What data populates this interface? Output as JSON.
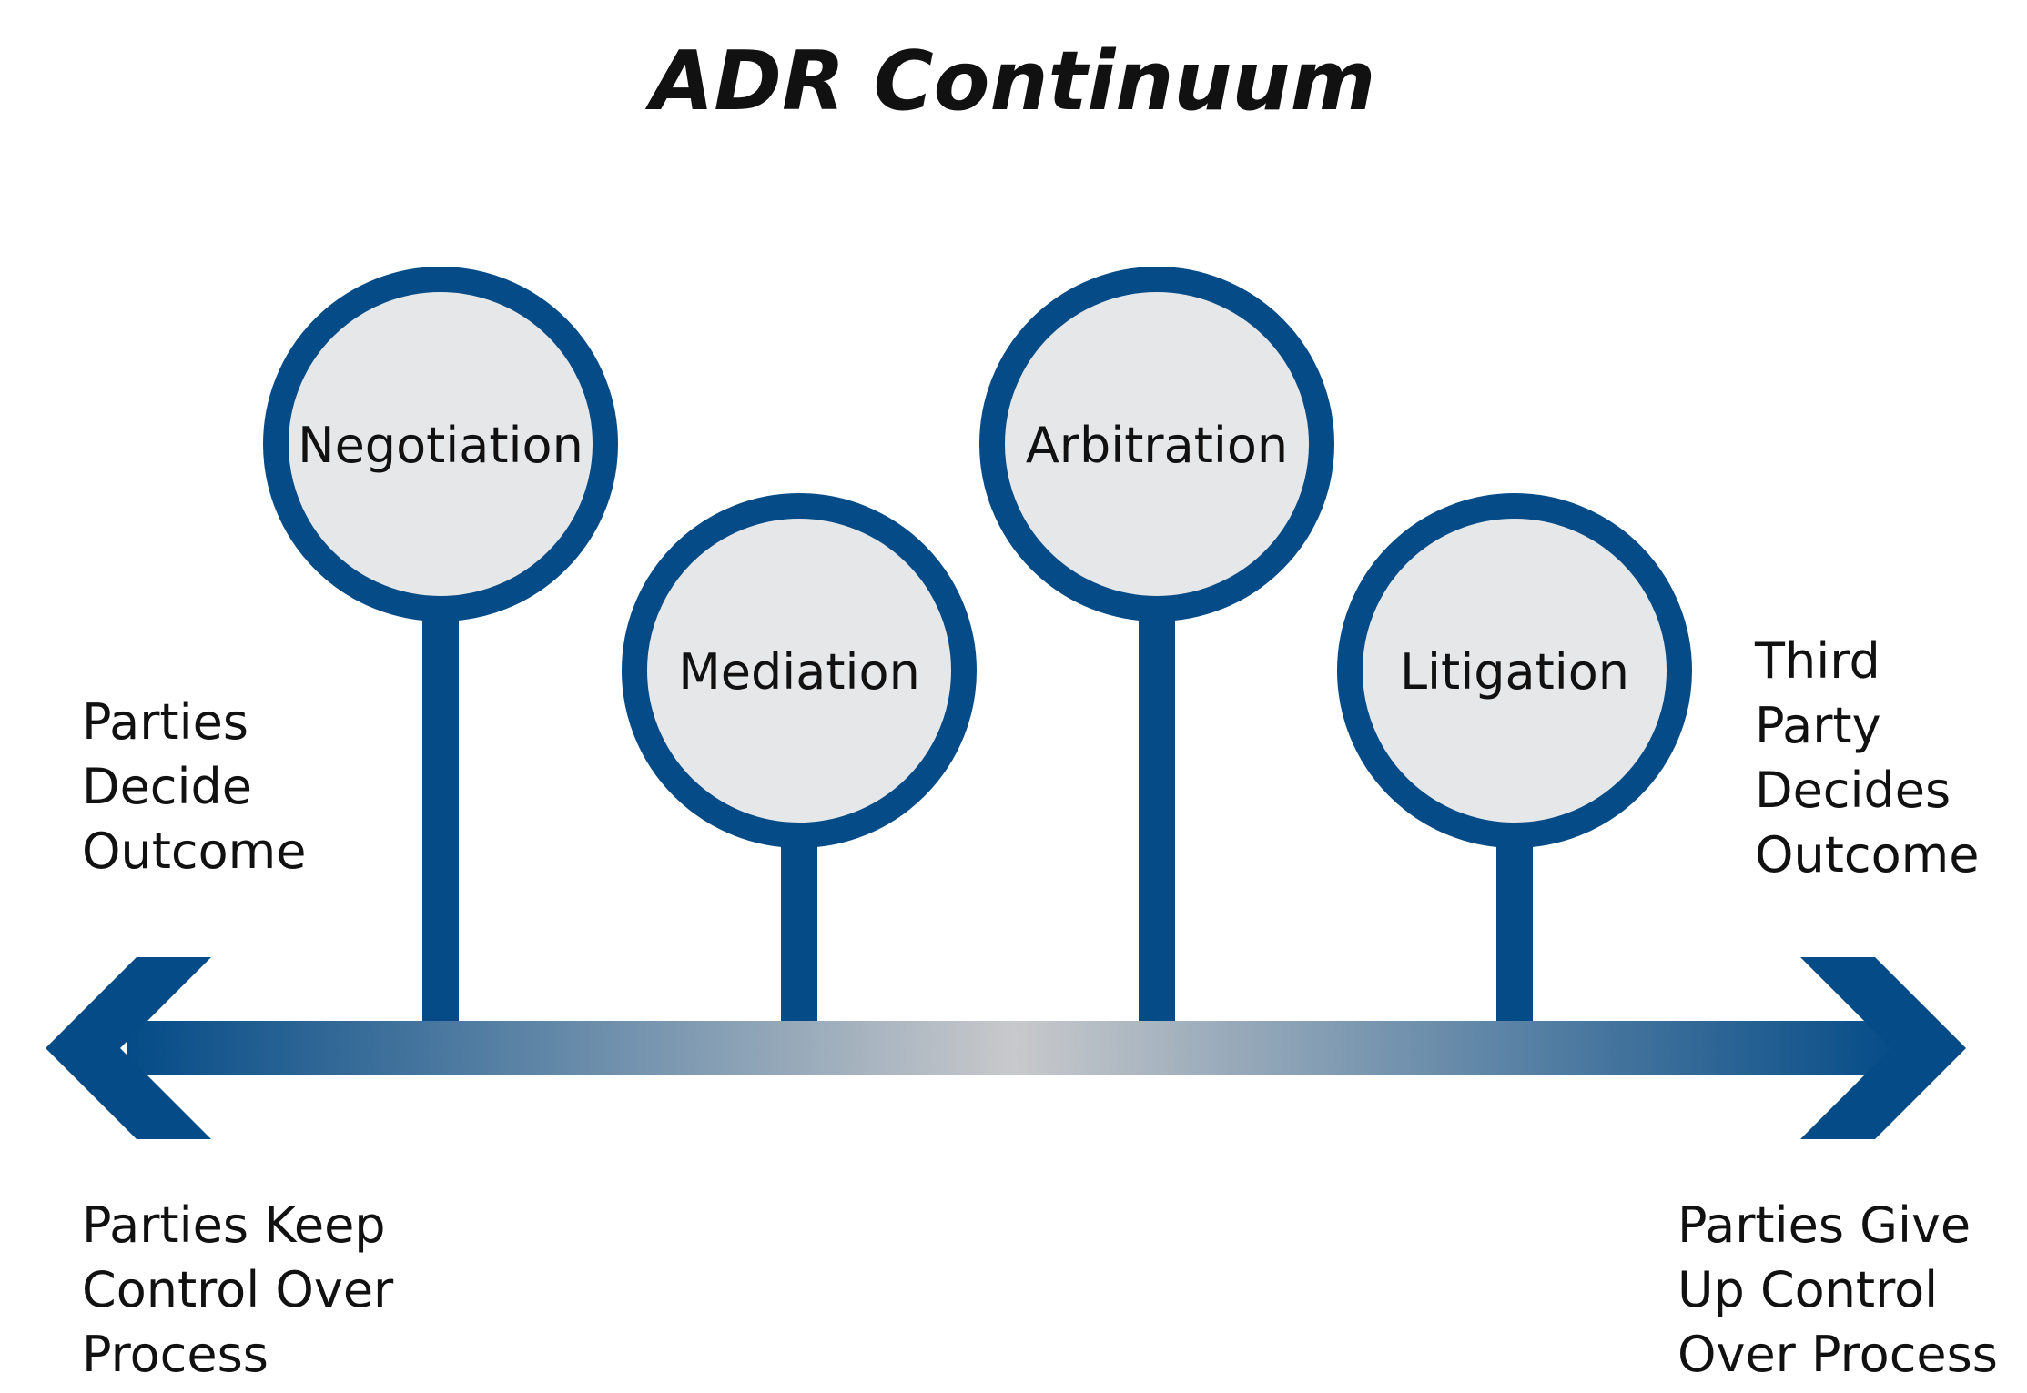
{
  "title": "ADR Continuum",
  "colors": {
    "navy": "#044B87",
    "circle_fill": "#E6E7E8",
    "gradient_mid": "#C8C9CB",
    "text": "#111111"
  },
  "nodes": [
    {
      "label": "Negotiation"
    },
    {
      "label": "Mediation"
    },
    {
      "label": "Arbitration"
    },
    {
      "label": "Litigation"
    }
  ],
  "left_top": {
    "lines": [
      "Parties",
      "Decide",
      "Outcome"
    ]
  },
  "right_top": {
    "lines": [
      "Third",
      "Party",
      "Decides",
      "Outcome"
    ]
  },
  "left_bottom": {
    "lines": [
      "Parties Keep",
      "Control Over",
      "Process"
    ]
  },
  "right_bottom": {
    "lines": [
      "Parties Give",
      "Up Control",
      "Over Process"
    ]
  }
}
